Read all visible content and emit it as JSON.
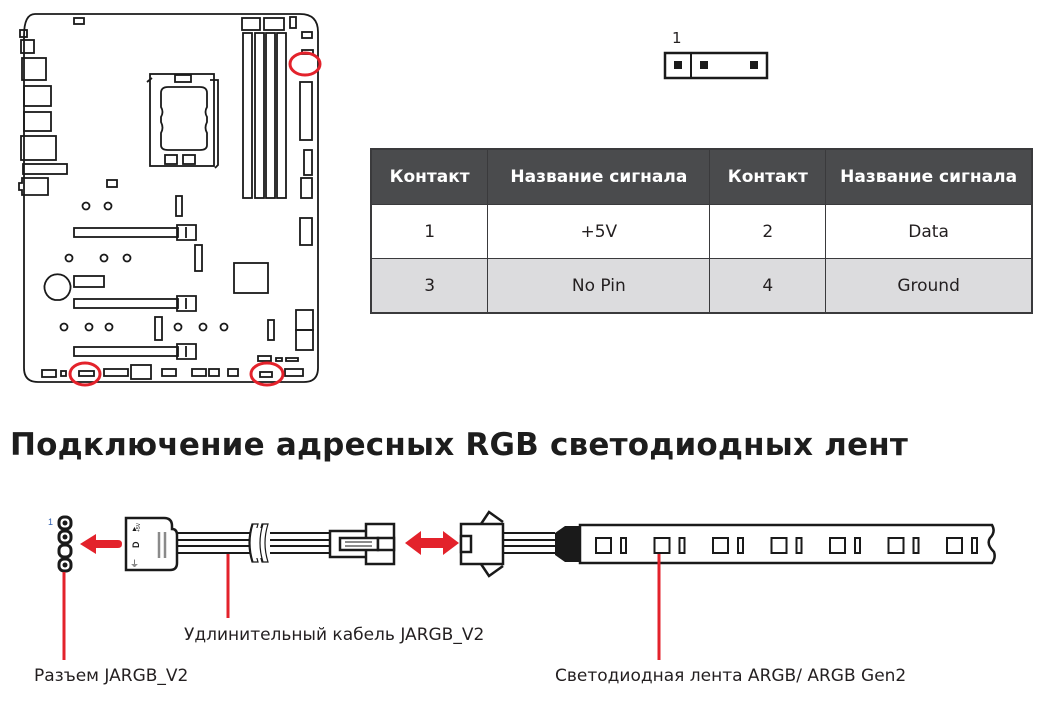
{
  "pin_header": {
    "pin1_label": "1",
    "pin_count_positions": 4,
    "missing_pin": 3
  },
  "table": {
    "headers": [
      "Контакт",
      "Название сигнала",
      "Контакт",
      "Название сигнала"
    ],
    "rows": [
      [
        "1",
        "+5V",
        "2",
        "Data"
      ],
      [
        "3",
        "No Pin",
        "4",
        "Ground"
      ]
    ]
  },
  "section": {
    "title": "Подключение адресных RGB светодиодных лент"
  },
  "diagram": {
    "connector_pin1_label": "1",
    "connector_glyphs": [
      "+5V",
      "D",
      "⏚"
    ],
    "labels": {
      "extension_cable": "Удлинительный кабель JARGB_V2",
      "connector": "Разъем JARGB_V2",
      "led_strip": "Светодиодная лента ARGB/ ARGB Gen2"
    },
    "led_count": 7
  },
  "colors": {
    "highlight_red": "#e3222b",
    "table_header_bg": "#4a4b4d",
    "table_alt_row_bg": "#dcdcde",
    "line_black": "#1a1a1a"
  }
}
